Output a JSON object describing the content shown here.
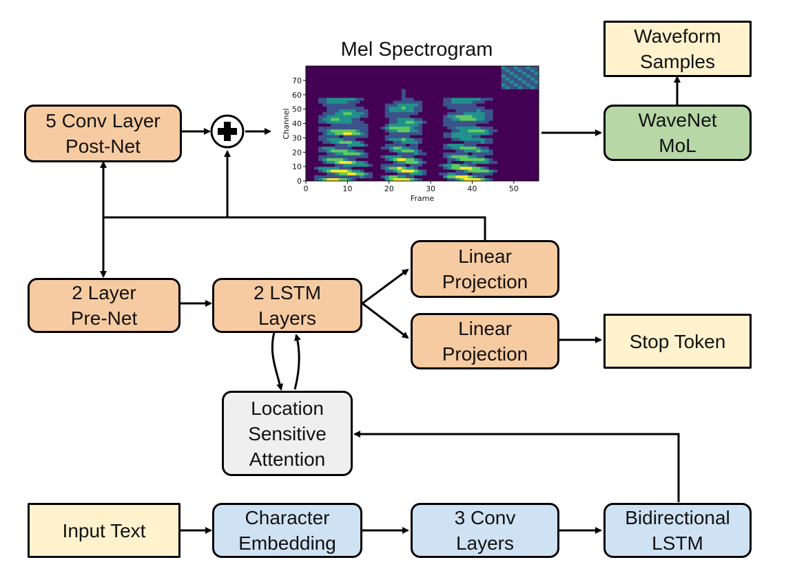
{
  "nodes": {
    "postnet": [
      "5 Conv Layer",
      "Post-Net"
    ],
    "waveform": [
      "Waveform",
      "Samples"
    ],
    "wavenet": [
      "WaveNet",
      "MoL"
    ],
    "prenet": [
      "2 Layer",
      "Pre-Net"
    ],
    "lstm": [
      "2 LSTM",
      "Layers"
    ],
    "linproj_top": [
      "Linear",
      "Projection"
    ],
    "linproj_bottom": [
      "Linear",
      "Projection"
    ],
    "stop_token": [
      "Stop Token"
    ],
    "attention": [
      "Location",
      "Sensitive",
      "Attention"
    ],
    "input_text": [
      "Input Text"
    ],
    "char_embed": [
      "Character",
      "Embedding"
    ],
    "conv3": [
      "3 Conv",
      "Layers"
    ],
    "bilstm": [
      "Bidirectional",
      "LSTM"
    ]
  },
  "spectrogram": {
    "title": "Mel Spectrogram",
    "xlabel": "Frame",
    "ylabel": "Channel",
    "x_ticks": [
      "0",
      "10",
      "20",
      "30",
      "40",
      "50"
    ],
    "y_ticks": [
      "0",
      "10",
      "20",
      "30",
      "40",
      "50",
      "60",
      "70"
    ],
    "xlim": [
      0,
      56
    ],
    "ylim": [
      0,
      80
    ],
    "colormap": [
      "#440154",
      "#3b528b",
      "#21918c",
      "#5ec962",
      "#fde725"
    ]
  },
  "colors": {
    "orange": "#f7cba1",
    "cream": "#fff2cd",
    "green": "#b7d7a7",
    "blue": "#cfe2f3",
    "gray": "#efefef"
  }
}
